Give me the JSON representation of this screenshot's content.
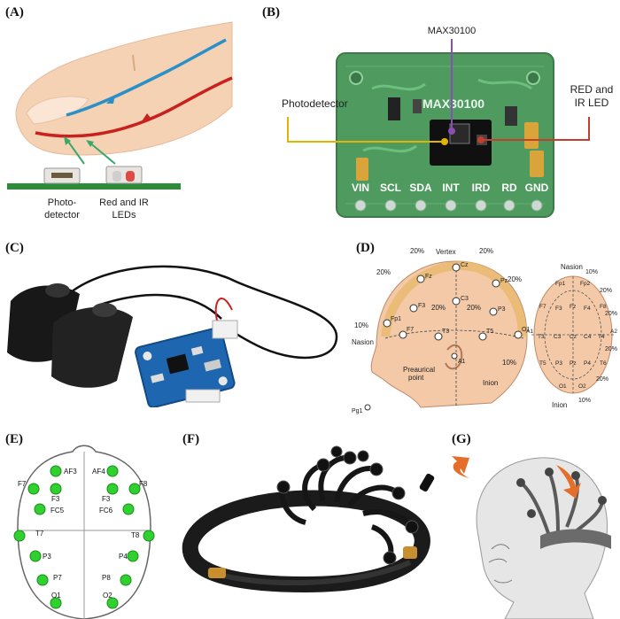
{
  "panels": {
    "a": {
      "letter": "(A)",
      "label_photodetector_1": "Photo-",
      "label_photodetector_2": "detector",
      "label_leds_1": "Red and IR",
      "label_leds_2": "LEDs",
      "colors": {
        "vein": "#2b8fc8",
        "artery": "#c8221e",
        "skin": "#f6d2b4",
        "board": "#2e8b3a"
      }
    },
    "b": {
      "letter": "(B)",
      "chip_callout": "MAX30100",
      "silk_chip": "MAX30100",
      "label_photodetector": "Photodetector",
      "label_leds_1": "RED and",
      "label_leds_2": "IR LED",
      "pins": [
        "VIN",
        "SCL",
        "SDA",
        "INT",
        "IRD",
        "RD",
        "GND"
      ],
      "colors": {
        "board": "#4f9a5e",
        "callout_purple": "#8a4fb5",
        "callout_yellow": "#e0b400",
        "callout_red": "#c43d2d"
      }
    },
    "c": {
      "letter": "(C)"
    },
    "d": {
      "letter": "(D)",
      "side": {
        "vertex": "Vertex",
        "nasion": "Nasion",
        "inion": "Inion",
        "preaurical_1": "Preaurical",
        "preaurical_2": "point",
        "pct": "20%",
        "pct10": "10%",
        "electrodes": [
          "Cz",
          "Fz",
          "Pz",
          "F3",
          "C3",
          "P3",
          "Fp1",
          "O1",
          "F7",
          "T3",
          "T5",
          "A1",
          "Pg1"
        ]
      },
      "top": {
        "nasion": "Nasion",
        "inion": "Inion",
        "pct": "20%",
        "pct10": "10%",
        "electrodes": [
          "Fp1",
          "Fp2",
          "F7",
          "F3",
          "Fz",
          "F4",
          "F8",
          "A1",
          "T3",
          "C3",
          "Cz",
          "C4",
          "T4",
          "A2",
          "T5",
          "P3",
          "Pz",
          "P4",
          "T6",
          "O1",
          "O2"
        ]
      }
    },
    "e": {
      "letter": "(E)",
      "electrodes": [
        "AF3",
        "AF4",
        "F7",
        "F8",
        "F3",
        "F3",
        "FC5",
        "FC6",
        "T7",
        "T8",
        "P3",
        "P4",
        "P7",
        "P8",
        "O1",
        "O2"
      ]
    },
    "f": {
      "letter": "(F)"
    },
    "g": {
      "letter": "(G)"
    }
  }
}
